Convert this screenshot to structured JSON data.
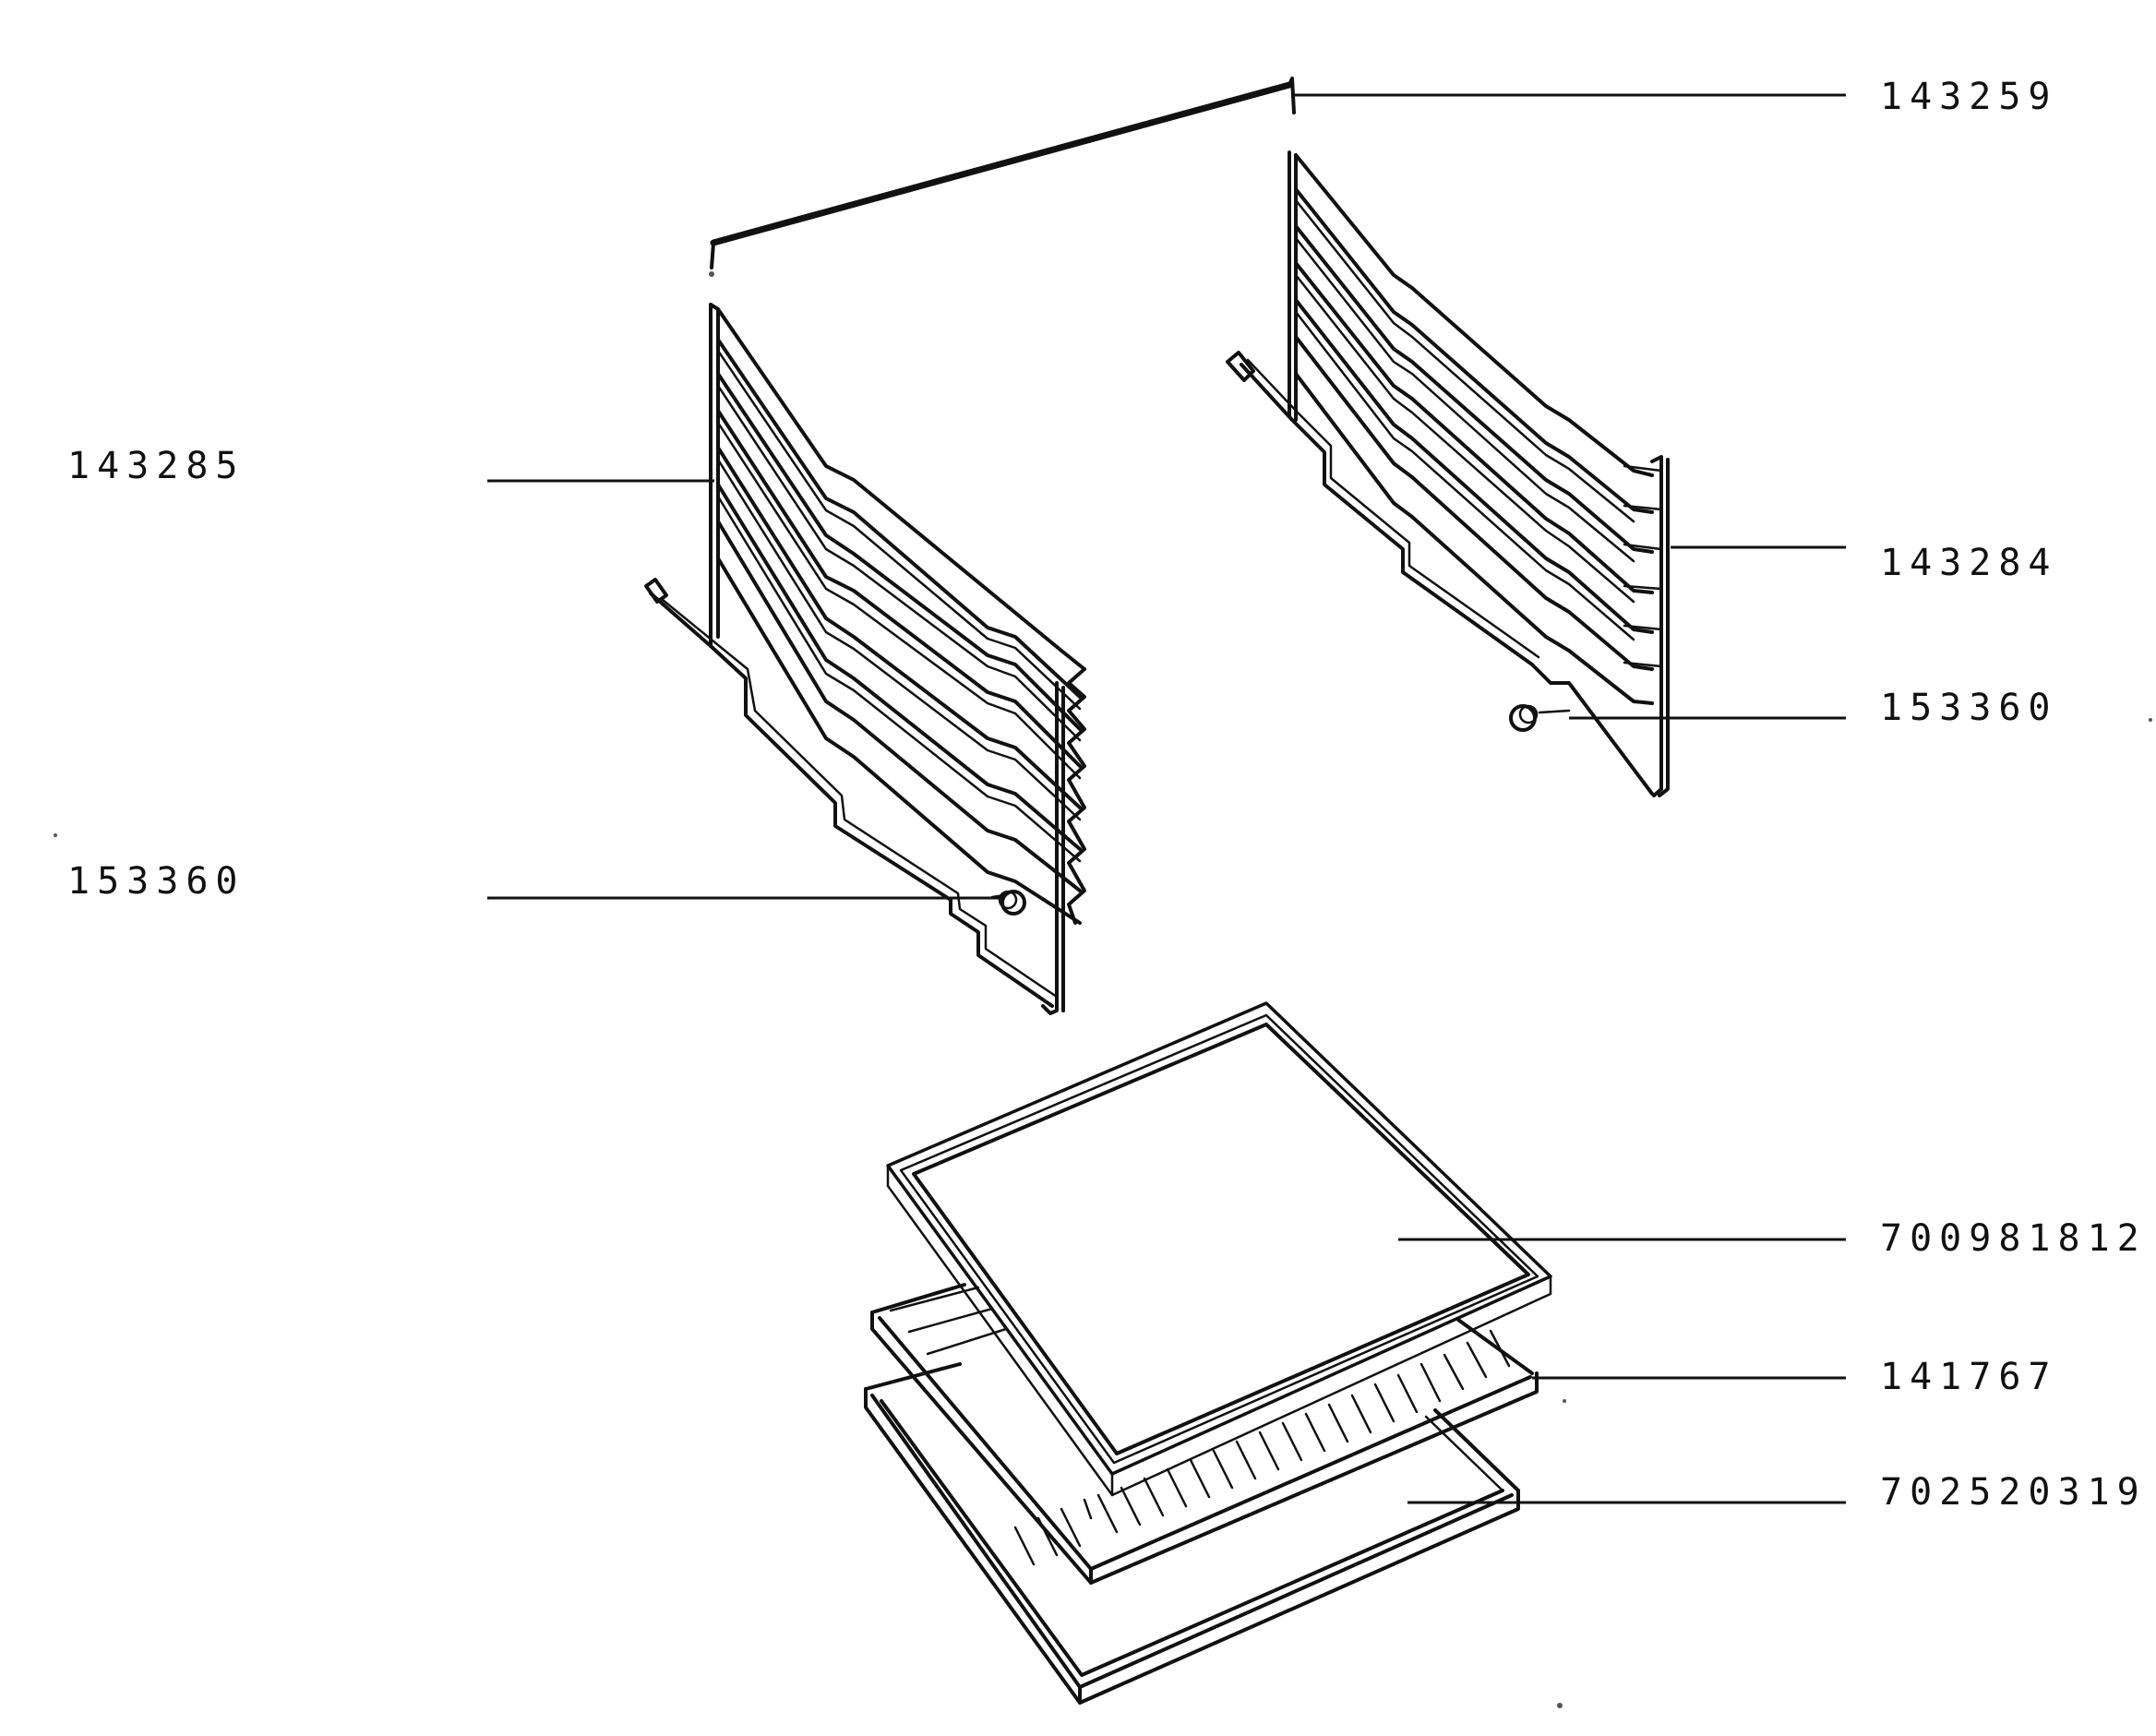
{
  "diagram": {
    "part_numbers": {
      "top_rod": "143259",
      "left_rack": "143285",
      "right_rack": "143284",
      "left_support": "153360",
      "right_support": "153360",
      "glass_shelf": "700981812",
      "grid_shelf": "141767",
      "drip_tray": "702520319"
    },
    "line_color": "#111111",
    "background": "#ffffff"
  }
}
